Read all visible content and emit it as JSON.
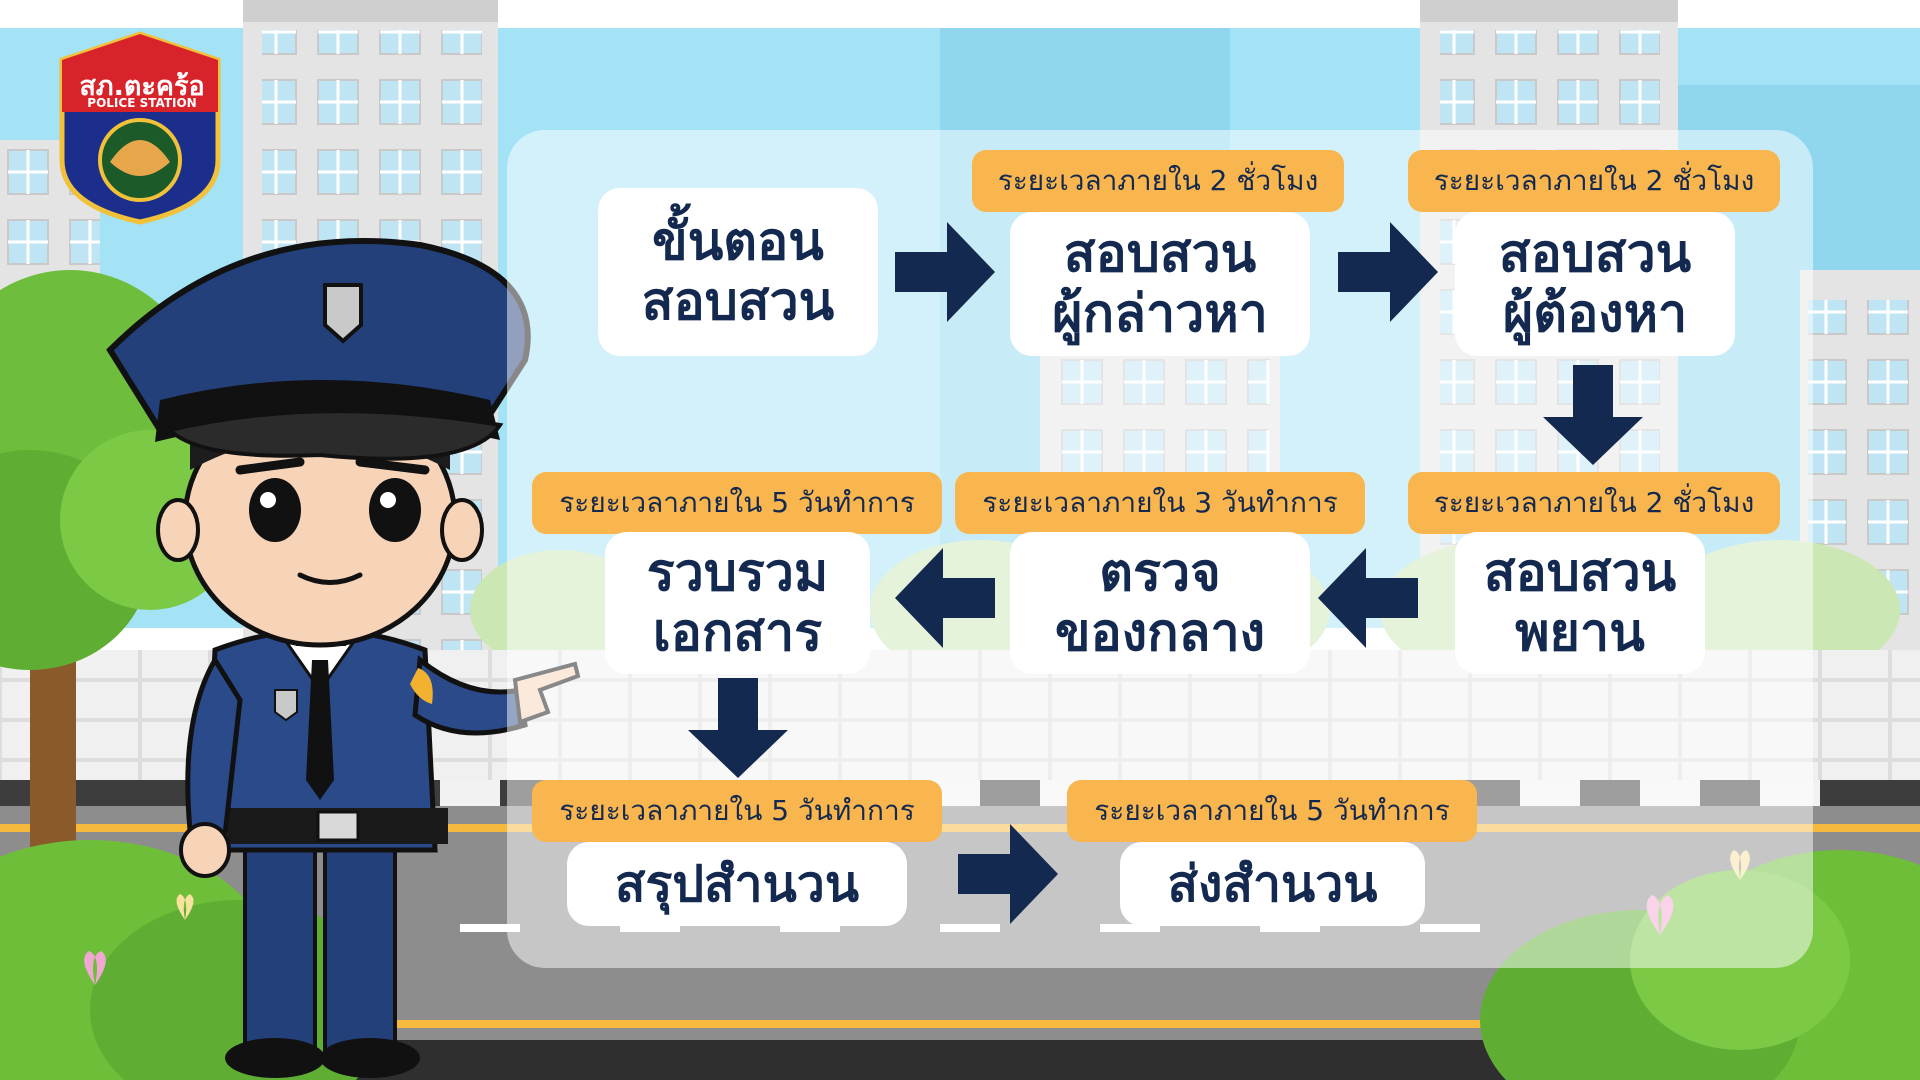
{
  "logo": {
    "title": "สภ.ตะคร้อ",
    "subtitle": "POLICE STATION"
  },
  "colors": {
    "navy": "#14294f",
    "badge_orange": "#f9b64e",
    "sky": "#9fe0f5",
    "building": "#e6e6e6"
  },
  "steps": [
    {
      "id": "start",
      "label": "ขั้นตอน\nสอบสวน",
      "time": ""
    },
    {
      "id": "accuser",
      "label": "สอบสวน\nผู้กล่าวหา",
      "time": "ระยะเวลาภายใน 2 ชั่วโมง"
    },
    {
      "id": "accused",
      "label": "สอบสวน\nผู้ต้องหา",
      "time": "ระยะเวลาภายใน 2 ชั่วโมง"
    },
    {
      "id": "witness",
      "label": "สอบสวน\nพยาน",
      "time": "ระยะเวลาภายใน 2 ชั่วโมง"
    },
    {
      "id": "evidence",
      "label": "ตรวจ\nของกลาง",
      "time": "ระยะเวลาภายใน 3 วันทำการ"
    },
    {
      "id": "documents",
      "label": "รวบรวม\nเอกสาร",
      "time": "ระยะเวลาภายใน 5 วันทำการ"
    },
    {
      "id": "summarize",
      "label": "สรุปสำนวน",
      "time": "ระยะเวลาภายใน 5 วันทำการ"
    },
    {
      "id": "send",
      "label": "ส่งสำนวน",
      "time": "ระยะเวลาภายใน 5 วันทำการ"
    }
  ],
  "connections": [
    {
      "from": "start",
      "to": "accuser",
      "direction": "right"
    },
    {
      "from": "accuser",
      "to": "accused",
      "direction": "right"
    },
    {
      "from": "accused",
      "to": "witness",
      "direction": "down"
    },
    {
      "from": "witness",
      "to": "evidence",
      "direction": "left"
    },
    {
      "from": "evidence",
      "to": "documents",
      "direction": "left"
    },
    {
      "from": "documents",
      "to": "summarize",
      "direction": "down"
    },
    {
      "from": "summarize",
      "to": "send",
      "direction": "right"
    }
  ]
}
